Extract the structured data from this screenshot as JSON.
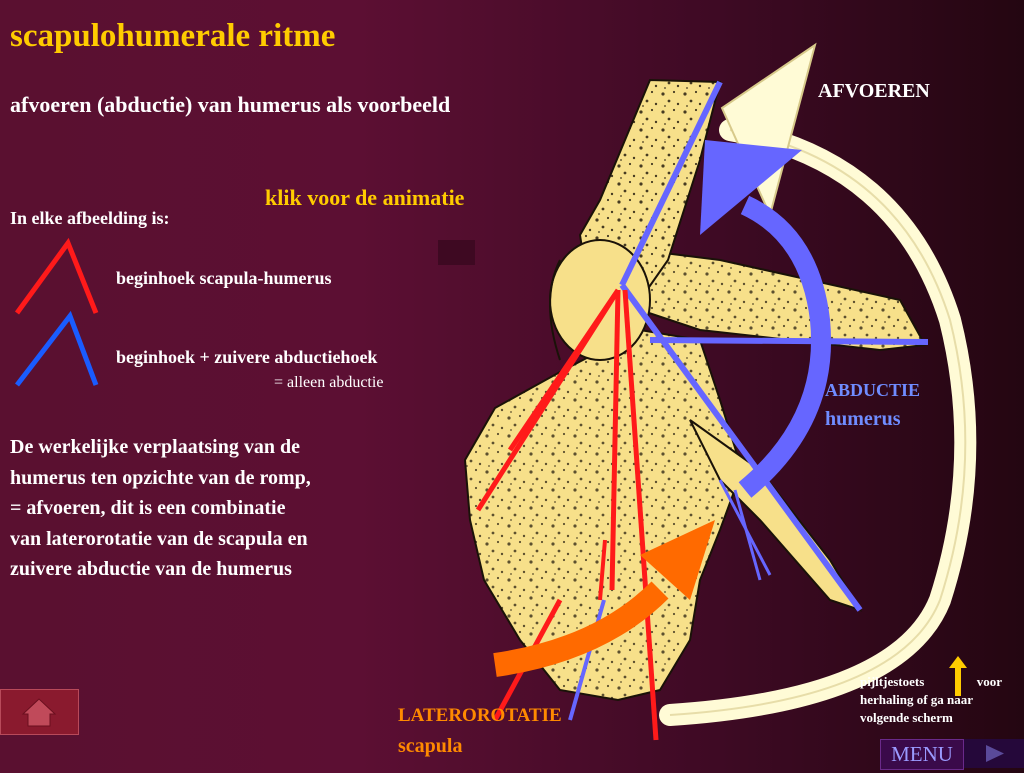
{
  "title": "scapulohumerale ritme",
  "subtitle": "afvoeren (abductie) van humerus als voorbeeld",
  "click_text": "klik voor de animatie",
  "legend_intro": "In elke afbeelding is:",
  "legend": {
    "red_label": "beginhoek scapula-humerus",
    "blue_label": "beginhoek + zuivere abductiehoek",
    "blue_sublabel": "= alleen abductie",
    "red_color": "#ff1a1a",
    "blue_color": "#1a5cff"
  },
  "paragraph": [
    "De werkelijke verplaatsing van de",
    "humerus ten opzichte van de romp,",
    "= afvoeren, dit is een combinatie",
    "van laterorotatie van de scapula en",
    "zuivere abductie van de humerus"
  ],
  "labels": {
    "afvoeren": "AFVOEREN",
    "abductie": "ABDUCTIE",
    "humerus": "humerus",
    "laterorotatie": "LATEROROTATIE",
    "scapula": "scapula"
  },
  "hint": {
    "part1": "pijltjestoets",
    "part2": "voor",
    "rest": "herhaling of ga naar volgende scherm"
  },
  "nav": {
    "menu_label": "MENU",
    "home_icon": "home-icon",
    "next_icon": "play-arrow-icon"
  },
  "colors": {
    "title": "#ffcc00",
    "abduction": "#6f8cff",
    "laterorotation": "#ff8a00",
    "bone": "#f7e08a"
  }
}
